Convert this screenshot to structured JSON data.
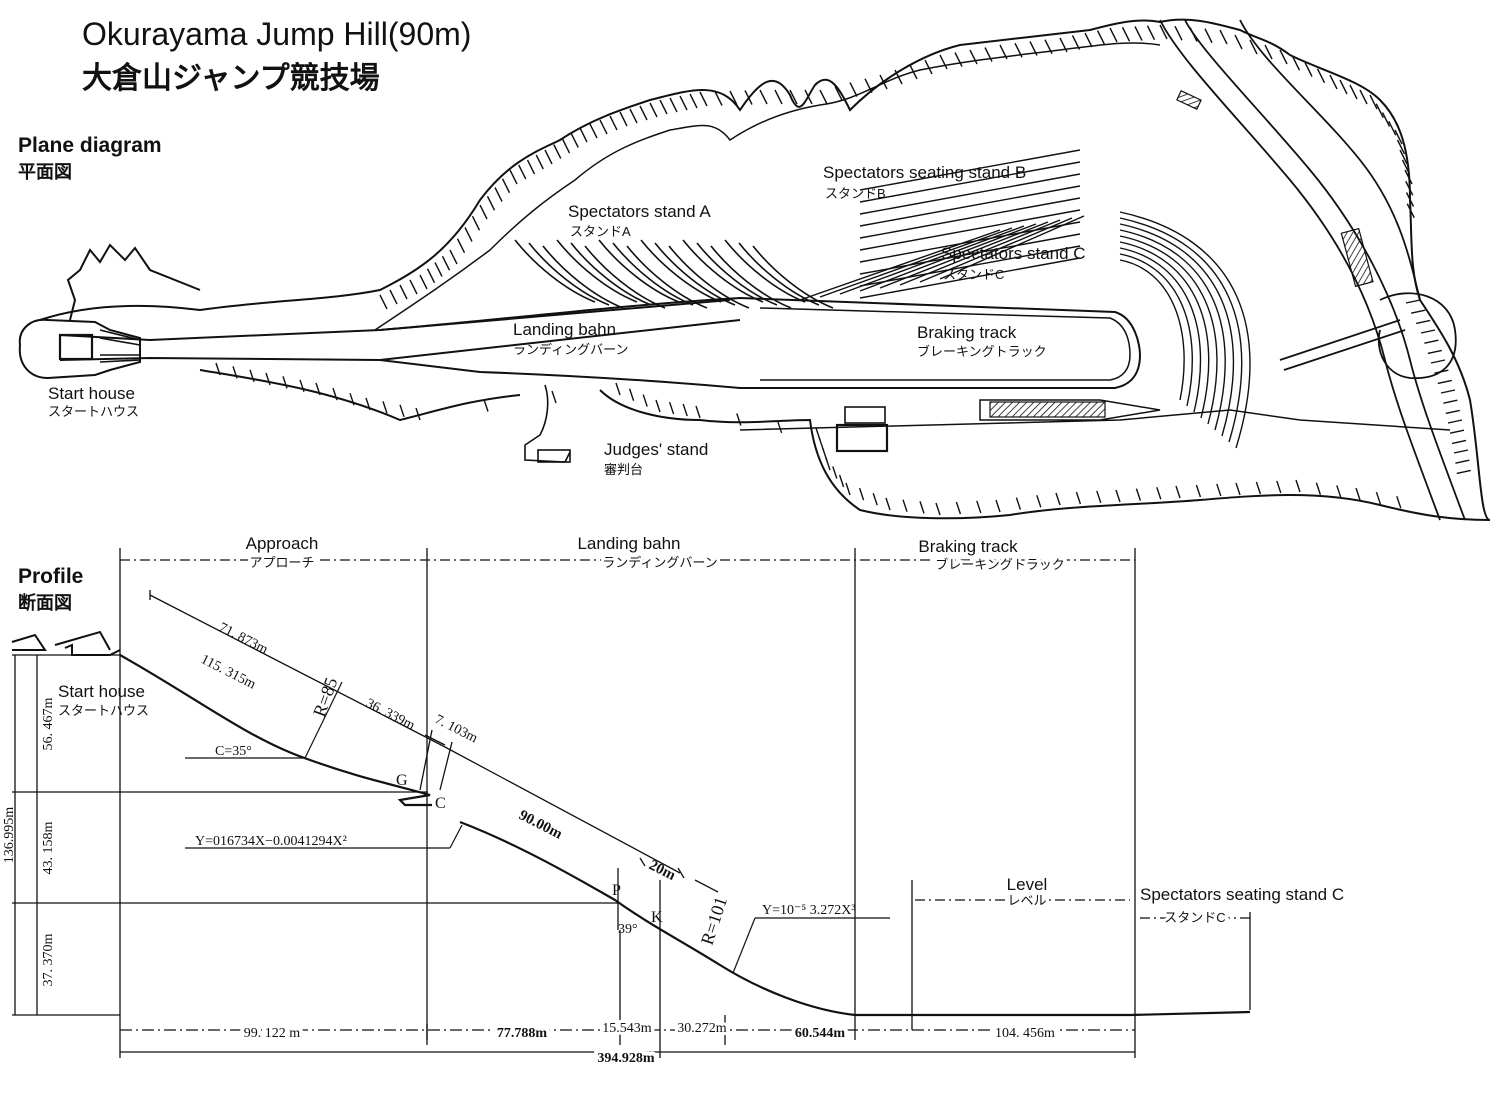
{
  "title": {
    "en": "Okurayama Jump Hill(90m)",
    "ja": "大倉山ジャンプ競技場"
  },
  "plane": {
    "heading_en": "Plane diagram",
    "heading_ja": "平面図",
    "labels": {
      "stand_b_en": "Spectators seating stand B",
      "stand_b_ja": "スタンドB",
      "stand_a_en": "Spectators stand A",
      "stand_a_ja": "スタンドA",
      "stand_c_en": "Spectators stand C",
      "stand_c_ja": "スタンドC",
      "landing_en": "Landing bahn",
      "landing_ja": "ランディングバーン",
      "braking_en": "Braking track",
      "braking_ja": "ブレーキングトラック",
      "start_en": "Start house",
      "start_ja": "スタートハウス",
      "judges_en": "Judges' stand",
      "judges_ja": "審判台"
    }
  },
  "profile": {
    "heading_en": "Profile",
    "heading_ja": "断面図",
    "sections": {
      "approach_en": "Approach",
      "approach_ja": "アプローチ",
      "landing_en": "Landing bahn",
      "landing_ja": "ランディングバーン",
      "braking_en": "Braking track",
      "braking_ja": "ブレーキングトラック",
      "level_en": "Level",
      "level_ja": "レベル",
      "stand_c_en": "Spectators seating stand C",
      "stand_c_ja": "スタンドC"
    },
    "start_house_en": "Start house",
    "start_house_ja": "スタートハウス",
    "lengths": {
      "approach_top": "71. 873m",
      "approach_total": "115. 315m",
      "segment_mid": "36. 339m",
      "table": "7. 103m",
      "landing_k": "90.00m",
      "p_k": "20m"
    },
    "radii": {
      "approach": "R=85",
      "landing": "R=101"
    },
    "angles": {
      "inrun": "C=35°",
      "landing": "39°"
    },
    "equations": {
      "knoll": "Y=016734X−0.0041294X²",
      "outrun": "Y=10⁻⁵ 3.272X³"
    },
    "points": [
      "G",
      "C",
      "P",
      "K"
    ],
    "heights": {
      "total": "136.995m",
      "upper": "56. 467m",
      "middle": "43. 158m",
      "lower": "37. 370m"
    },
    "horizontal": {
      "approach": "99. 122 m",
      "landing_to_p": "77.788m",
      "p_to_k": "15.543m",
      "k_to_end": "30.272m",
      "to_level": "60.544m",
      "level": "104. 456m",
      "total": "394.928m"
    }
  }
}
